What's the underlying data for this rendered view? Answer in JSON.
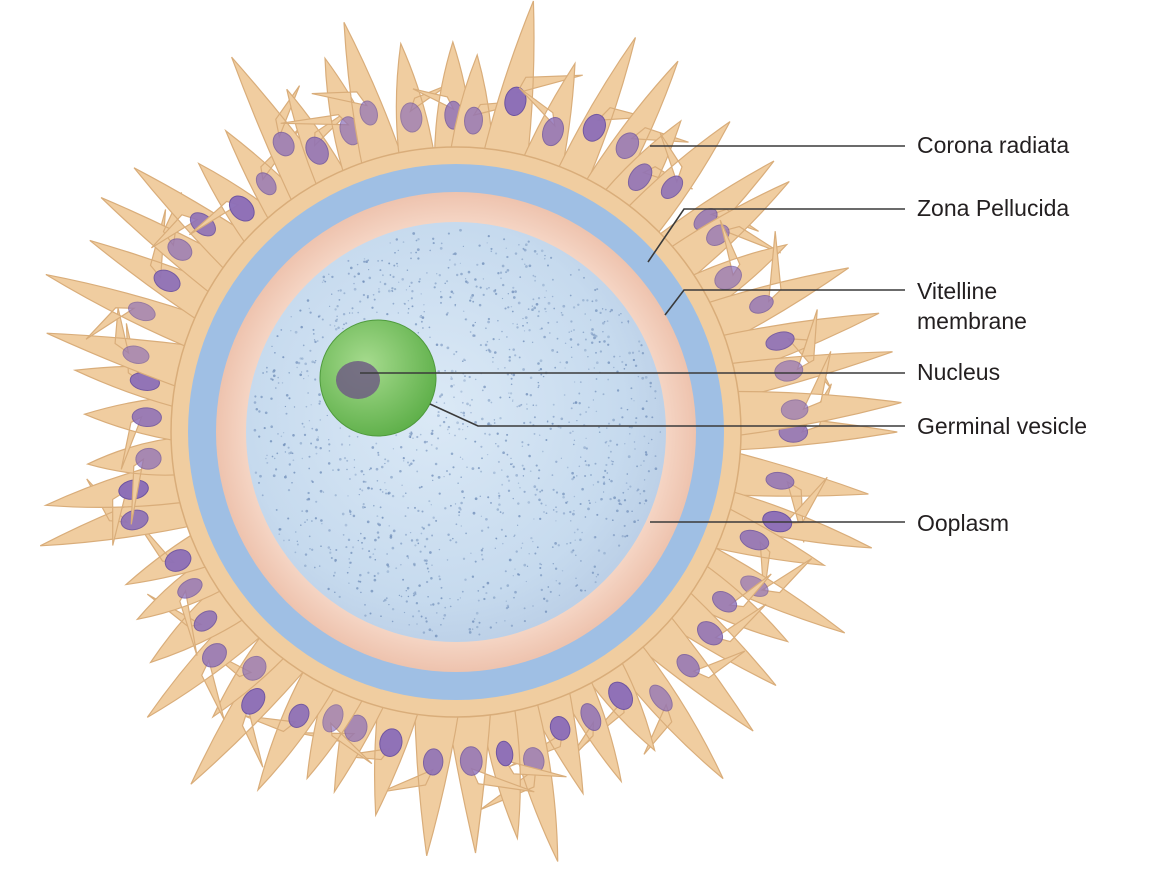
{
  "diagram": {
    "colors": {
      "corona_cell": "#f0cda0",
      "corona_cell_edge": "#d9ad7a",
      "cell_nucleus": "#8d6fb8",
      "zona_pellucida": "#9fbfe4",
      "vitelline_layer": "#f3cdbd",
      "ooplasm": "#cfe0f1",
      "ooplasm_granules": "#6f8db8",
      "germinal_vesicle": "#7cc467",
      "nucleus": "#6e5e82",
      "leader_line": "#3a3a3a"
    },
    "labels": {
      "corona_radiata": "Corona radiata",
      "zona_pellucida": "Zona Pellucida",
      "vitelline_line1": "Vitelline",
      "vitelline_line2": "membrane",
      "nucleus": "Nucleus",
      "germinal_vesicle": "Germinal vesicle",
      "ooplasm": "Ooplasm"
    }
  }
}
